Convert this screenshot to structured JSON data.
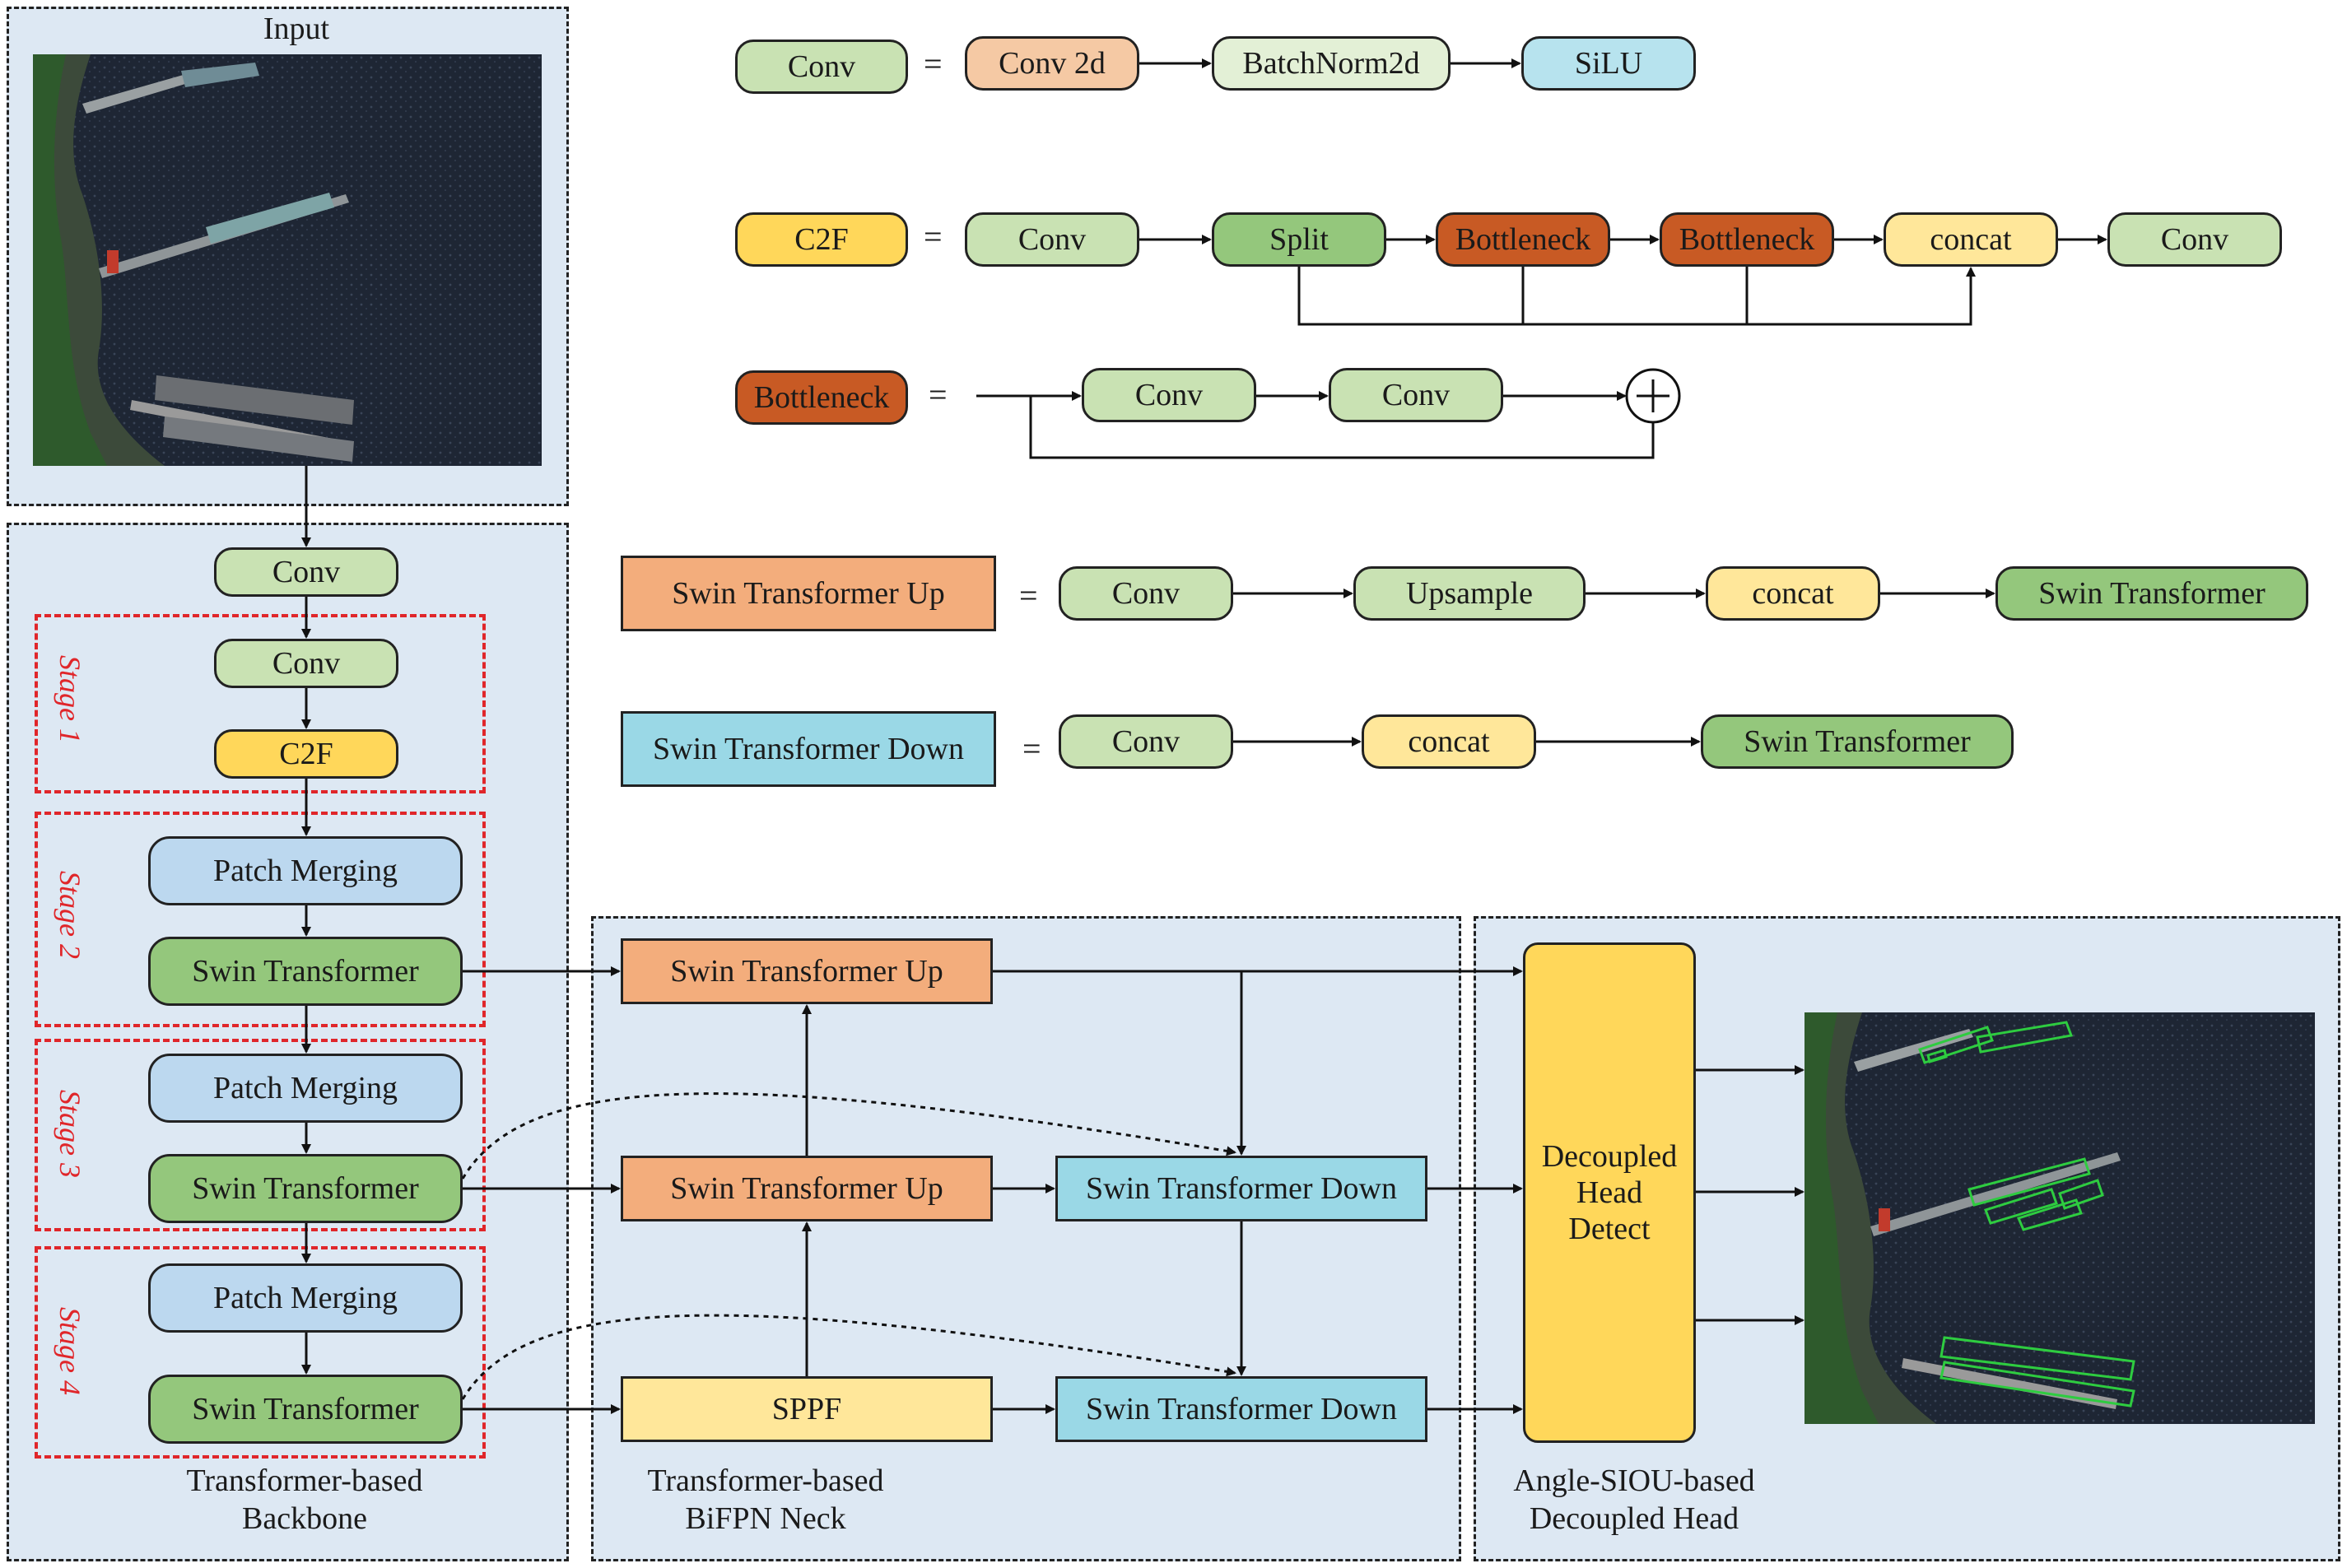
{
  "legend": {
    "conv_def": {
      "lhs": "Conv",
      "eq": "=",
      "items": [
        "Conv 2d",
        "BatchNorm2d",
        "SiLU"
      ]
    },
    "c2f_def": {
      "lhs": "C2F",
      "eq": "=",
      "items": [
        "Conv",
        "Split",
        "Bottleneck",
        "Bottleneck",
        "concat",
        "Conv"
      ]
    },
    "bottleneck_def": {
      "lhs": "Bottleneck",
      "eq": "=",
      "items": [
        "Conv",
        "Conv"
      ],
      "add_symbol": "+"
    },
    "stu_def": {
      "lhs": "Swin Transformer Up",
      "eq": "=",
      "items": [
        "Conv",
        "Upsample",
        "concat",
        "Swin Transformer"
      ]
    },
    "std_def": {
      "lhs": "Swin Transformer Down",
      "eq": "=",
      "items": [
        "Conv",
        "concat",
        "Swin Transformer"
      ]
    }
  },
  "input": {
    "title": "Input"
  },
  "backbone": {
    "top_conv": "Conv",
    "stage1": {
      "label": "Stage 1",
      "conv": "Conv",
      "c2f": "C2F"
    },
    "stage2": {
      "label": "Stage 2",
      "patch": "Patch Merging",
      "swin": "Swin Transformer"
    },
    "stage3": {
      "label": "Stage 3",
      "patch": "Patch Merging",
      "swin": "Swin Transformer"
    },
    "stage4": {
      "label": "Stage 4",
      "patch": "Patch Merging",
      "swin": "Swin Transformer"
    },
    "caption_line1": "Transformer-based",
    "caption_line2": "Backbone"
  },
  "neck": {
    "up1": "Swin Transformer Up",
    "up2": "Swin Transformer Up",
    "sppf": "SPPF",
    "down1": "Swin Transformer Down",
    "down2": "Swin Transformer Down",
    "caption_line1": "Transformer-based",
    "caption_line2": "BiFPN Neck"
  },
  "head": {
    "detect_line1": "Decoupled",
    "detect_line2": "Head",
    "detect_line3": "Detect",
    "caption_line1": "Angle-SIOU-based",
    "caption_line2": "Decoupled Head"
  },
  "colors": {
    "panel": "#dde8f3",
    "conv": "#c9e2b3",
    "c2f": "#ffd75a",
    "bottleneck": "#c85a24",
    "swin": "#94c77c",
    "patch": "#bcd8ef",
    "stu": "#f3ad7c",
    "std": "#9ad8e6",
    "stage_border": "#e0262a",
    "detect_box": "#2ecc40"
  }
}
